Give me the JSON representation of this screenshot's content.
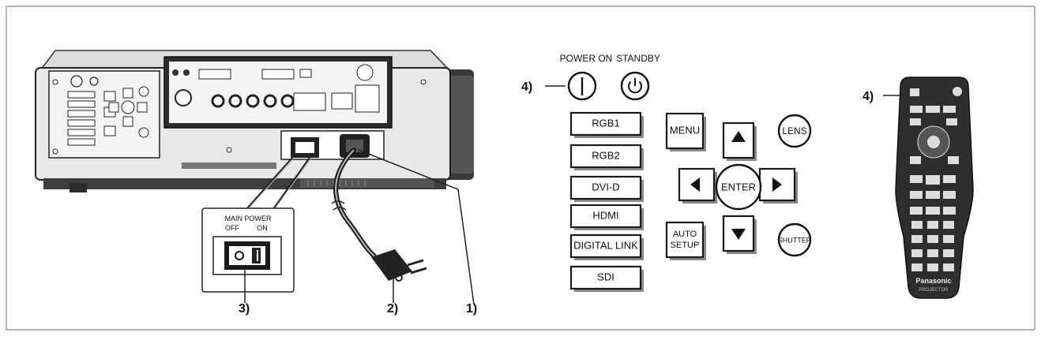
{
  "callouts": {
    "c1": "1)",
    "c2": "2)",
    "c3": "3)",
    "c4a": "4)",
    "c4b": "4)"
  },
  "main_power": {
    "title": "MAIN POWER",
    "off": "OFF",
    "on": "ON"
  },
  "control_panel": {
    "power_on": "POWER ON",
    "standby": "STANDBY",
    "inputs": [
      "RGB1",
      "RGB2",
      "DVI-D",
      "HDMI",
      "DIGITAL LINK",
      "SDI"
    ],
    "menu": "MENU",
    "auto_setup_1": "AUTO",
    "auto_setup_2": "SETUP",
    "enter": "ENTER",
    "lens": "LENS",
    "shutter": "SHUTTER"
  },
  "remote": {
    "brand": "Panasonic",
    "sub": "PROJECTOR"
  }
}
